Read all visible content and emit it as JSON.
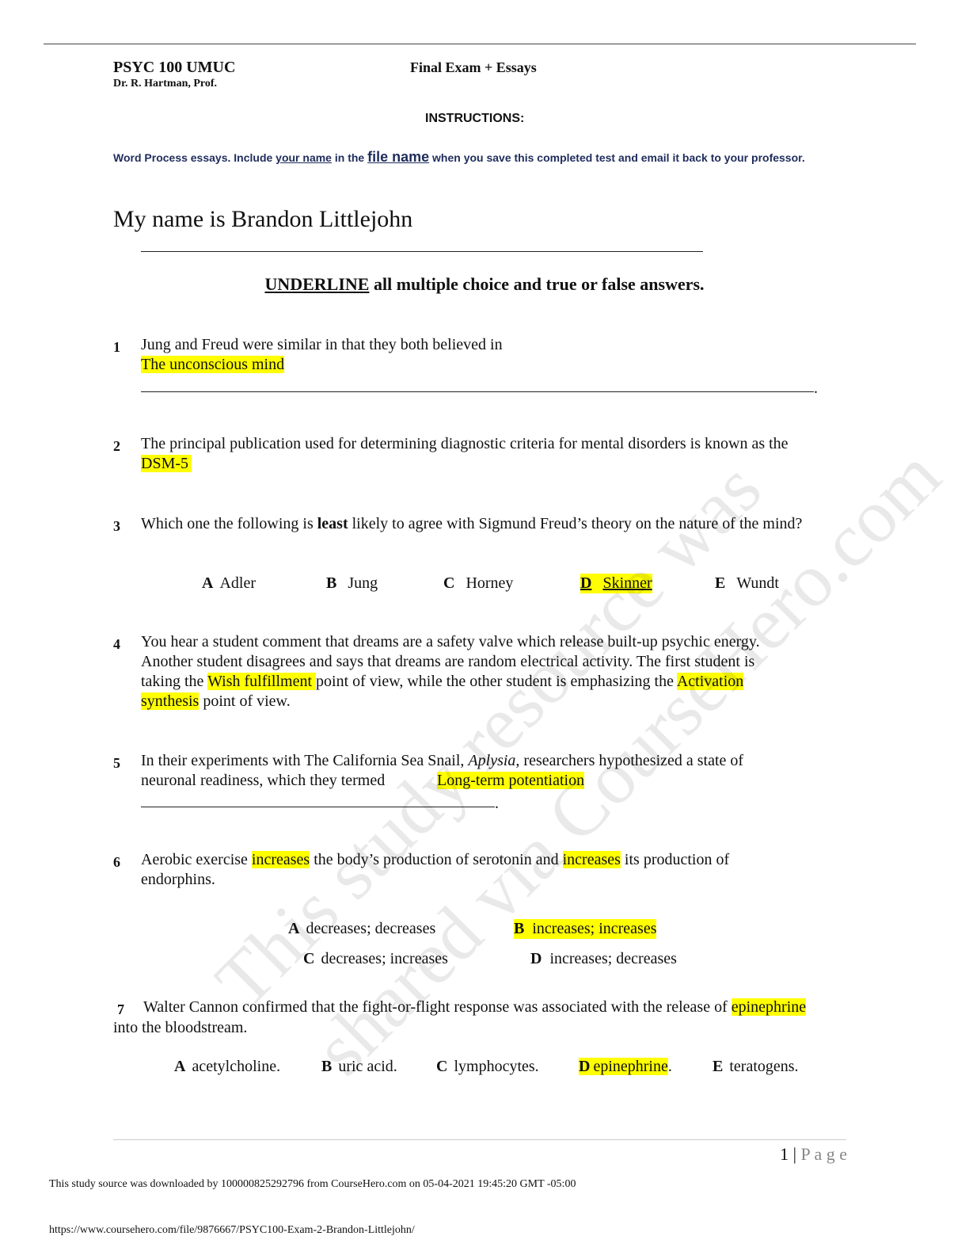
{
  "header": {
    "course": "PSYC 100 UMUC",
    "professor": "Dr. R. Hartman, Prof.",
    "exam_title": "Final Exam + Essays"
  },
  "instructions": {
    "heading": "INSTRUCTIONS:",
    "part1": "Word Process essays. Include ",
    "your_name": "your name",
    "part2": " in the ",
    "file_name": "file name",
    "part3": " when you save this completed test and email it back to your professor."
  },
  "student_name": "My name is Brandon Littlejohn",
  "directive": {
    "underline_word": "UNDERLINE",
    "rest": " all multiple choice and true or false answers."
  },
  "questions": [
    {
      "num": "1",
      "text": "Jung and Freud were similar in that they both believed in",
      "answer": "The unconscious mind"
    },
    {
      "num": "2",
      "text": "The principal publication used for determining diagnostic criteria for mental disorders is known as the",
      "answer": "DSM-5"
    },
    {
      "num": "3",
      "text_a": "Which one the following is ",
      "text_bold": "least",
      "text_b": " likely to agree with Sigmund Freud’s theory on the nature of the mind?",
      "options": [
        {
          "letter": "A",
          "label": "Adler"
        },
        {
          "letter": "B",
          "label": "Jung"
        },
        {
          "letter": "C",
          "label": "Horney"
        },
        {
          "letter": "D",
          "label": "Skinner"
        },
        {
          "letter": "E",
          "label": "Wundt"
        }
      ]
    },
    {
      "num": "4",
      "line1": "You hear a student comment that dreams are a safety valve which release built-up psychic energy.",
      "line2": "Another student disagrees and says that dreams are random electrical activity. The first student is",
      "line3a": "taking the ",
      "ans1": "Wish fulfillment ",
      "line3b": "point of view, while the other student is emphasizing the ",
      "ans2a": "Activation ",
      "ans2b": "synthesis",
      "line4": " point of view."
    },
    {
      "num": "5",
      "line1a": "In their experiments with The California Sea Snail, ",
      "italic": "Aplysia",
      "line1b": ", researchers hypothesized a state of",
      "line2": "neuronal readiness, which they termed",
      "answer": "Long-term potentiation"
    },
    {
      "num": "6",
      "line1a": "Aerobic exercise ",
      "ans1": "increases",
      "line1b": " the body’s production of serotonin and ",
      "ans2": "increases",
      "line1c": " its production of",
      "line2": "endorphins.",
      "options": [
        {
          "letter": "A",
          "label": "decreases; decreases"
        },
        {
          "letter": "B",
          "label": "increases; increases"
        },
        {
          "letter": "C",
          "label": "decreases; increases"
        },
        {
          "letter": "D",
          "label": "increases; decreases"
        }
      ]
    },
    {
      "num": "7",
      "line1a": "Walter Cannon confirmed that the fight-or-flight response was associated with the release of ",
      "answer": "epinephrine",
      "line2": "into the bloodstream.",
      "options": [
        {
          "letter": "A",
          "label": "acetylcholine."
        },
        {
          "letter": "B",
          "label": "uric acid."
        },
        {
          "letter": "C",
          "label": "lymphocytes."
        },
        {
          "letter": "D",
          "label": "epinephrine"
        },
        {
          "letter": "E",
          "label": "teratogens."
        }
      ]
    }
  ],
  "page_footer": {
    "number": "1",
    "sep": " | ",
    "page": "P a g e"
  },
  "watermark": {
    "line1": "This study resource was",
    "line2": "shared via CourseHero.com"
  },
  "footer": {
    "downloaded": "This study source was downloaded by 100000825292796 from CourseHero.com on 05-04-2021 19:45:20 GMT -05:00",
    "url": "https://www.coursehero.com/file/9876667/PSYC100-Exam-2-Brandon-Littlejohn/"
  }
}
